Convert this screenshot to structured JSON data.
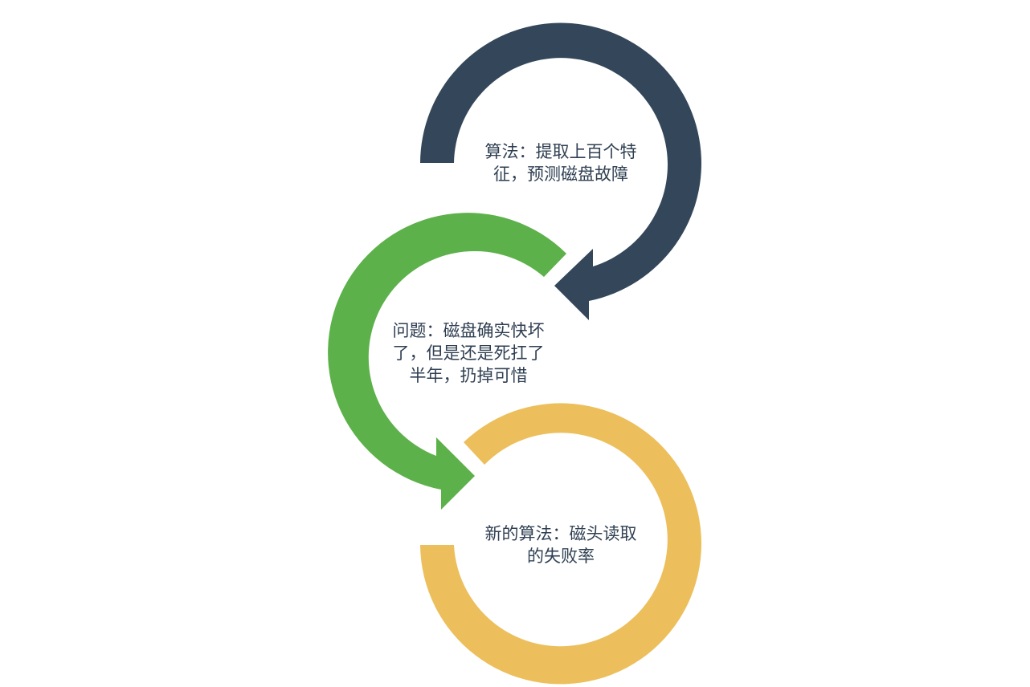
{
  "steps": [
    {
      "text": "算法：提取上百个特\n征，预测磁盘故障",
      "color": "#34465a",
      "icon": "circular-arrow-icon"
    },
    {
      "text": "问题：磁盘确实快坏\n了，但是还是死扛了\n半年，扔掉可惜",
      "color": "#5db14a",
      "icon": "circular-arrow-icon"
    },
    {
      "text": "新的算法：磁头读取\n的失败率",
      "color": "#ecbf5c",
      "icon": "ring-icon"
    }
  ]
}
